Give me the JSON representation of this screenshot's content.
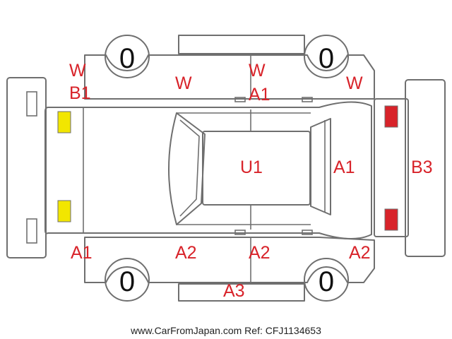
{
  "colors": {
    "outline": "#6f6f6f",
    "code_text": "#d8232a",
    "marker_front": "#f2e600",
    "marker_rear": "#d8232a"
  },
  "tires": {
    "front_left_top": "0",
    "rear_left_top": "0",
    "front_left_bottom": "0",
    "rear_left_bottom": "0"
  },
  "codes": {
    "w_front_top": "W",
    "b1_front": "B1",
    "w_windshield": "W",
    "w_roof": "W",
    "a1_roof": "A1",
    "w_rear_top": "W",
    "u1_roof": "U1",
    "a1_rear_glass": "A1",
    "b3_rear": "B3",
    "a1_front_bottom": "A1",
    "a2_front_door": "A2",
    "a2_rear_door": "A2",
    "a2_rear_bottom": "A2",
    "a3_rocker": "A3"
  },
  "markers": [
    {
      "name": "front-marker-upper",
      "color": "#f2e600"
    },
    {
      "name": "front-marker-lower",
      "color": "#f2e600"
    },
    {
      "name": "rear-marker-upper",
      "color": "#d8232a"
    },
    {
      "name": "rear-marker-lower",
      "color": "#d8232a"
    }
  ],
  "footer": {
    "credit": "www.CarFromJapan.com Ref: CFJ1134653"
  }
}
